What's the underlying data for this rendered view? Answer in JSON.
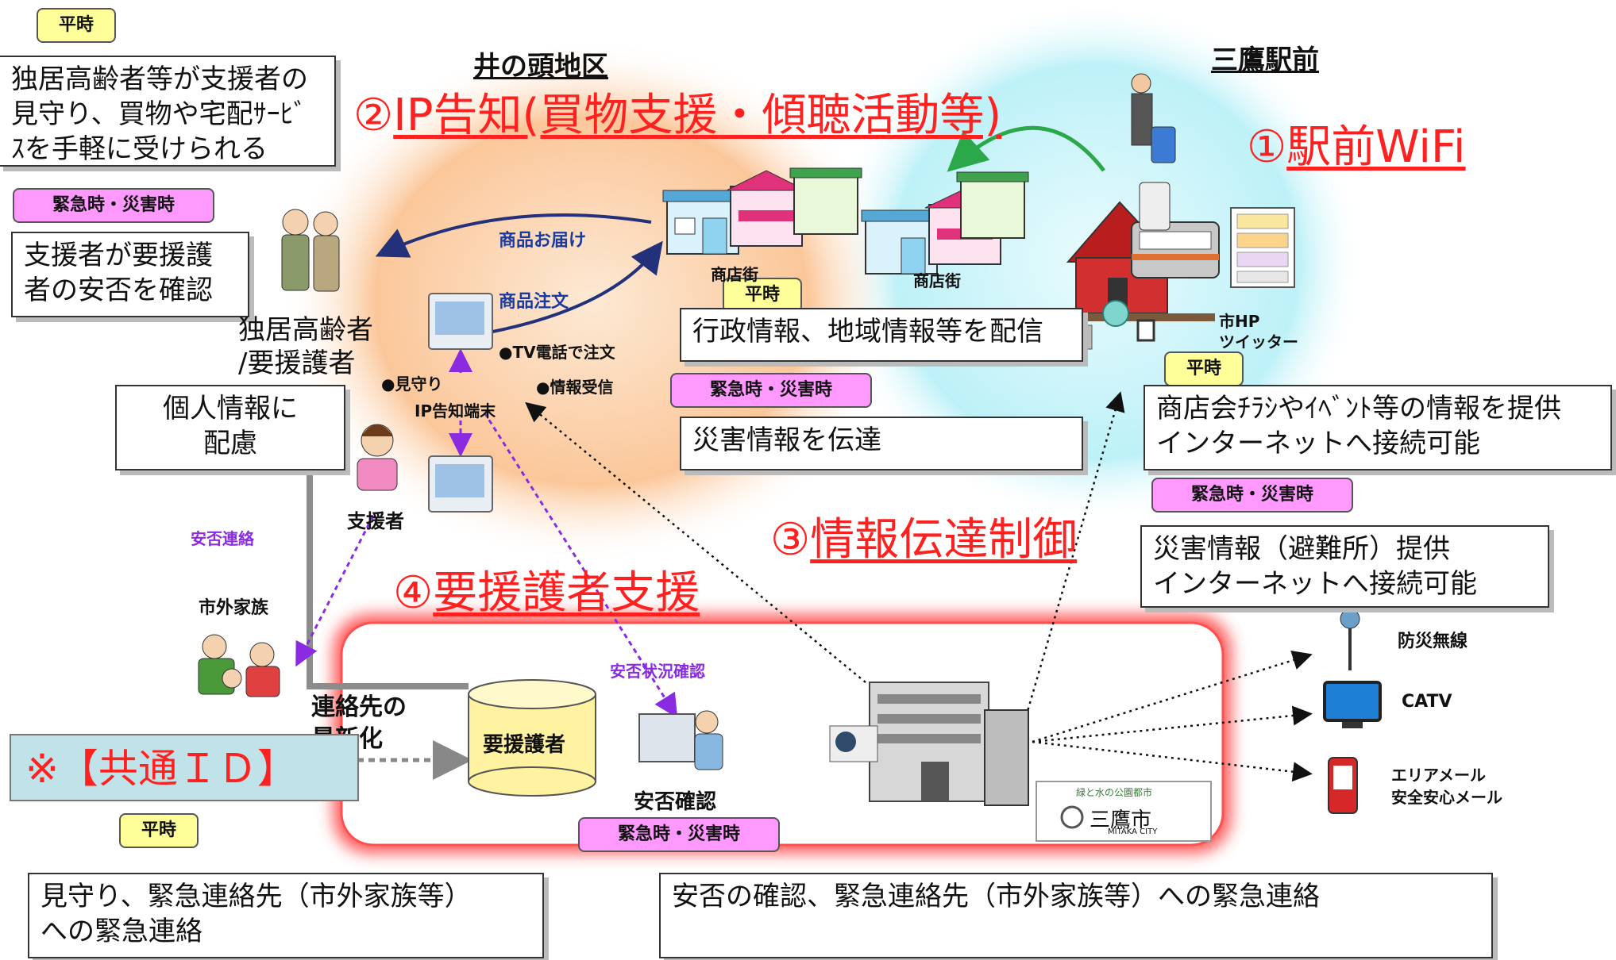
{
  "tags": {
    "heiji": "平時",
    "kinkyu": "緊急時・災害時"
  },
  "areas": {
    "inokashira": "井の頭地区",
    "mitaka_station": "三鷹駅前"
  },
  "headlines": {
    "wifi_num": "①",
    "wifi": "駅前WiFi",
    "ip_num": "②",
    "ip": "IP告知(買物支援・傾聴活動等)",
    "control_num": "③",
    "control": "情報伝達制御",
    "support_num": "④",
    "support": "要援護者支援"
  },
  "notes": {
    "elderly_heiji": "独居高齢者等が支援者の\n見守り、買物や宅配ｻｰﾋﾞ\nｽを手軽に受けられる",
    "elderly_kinkyu": "支援者が要援護\n者の安否を確認",
    "privacy": "個人情報に\n配慮",
    "shop_heiji": "行政情報、地域情報等を配信",
    "shop_kinkyu": "災害情報を伝達",
    "station_heiji": "商店会ﾁﾗｼやｲﾍﾞﾝﾄ等の情報を提供\nインターネットへ接続可能",
    "station_kinkyu": "災害情報（避難所）提供\nインターネットへ接続可能",
    "bottom_left": "見守り、緊急連絡先（市外家族等）\nへの緊急連絡",
    "bottom_right": "安否の確認、緊急連絡先（市外家族等）への緊急連絡"
  },
  "labels": {
    "delivery": "商品お届け",
    "order": "商品注文",
    "shopping_street": "商店街",
    "elderly": "独居高齢者\n/要援護者",
    "mimamori": "●見守り",
    "tv_order": "●TV電話で注文",
    "info_receive": "●情報受信",
    "ip_terminal": "IP告知端末",
    "supporter": "支援者",
    "anpi_contact": "安否連絡",
    "family": "市外家族",
    "contact_update": "連絡先の\n最新化",
    "common_id": "※【共通ＩＤ】",
    "db": "要援護者",
    "anpi_status": "安否状況確認",
    "anpi_confirm": "安否確認",
    "city_hp": "市HP\nツイッター",
    "bousai": "防災無線",
    "catv": "CATV",
    "area_mail": "エリアメール\n安全安心メール",
    "city_slogan": "緑と水の公園都市",
    "city_name": "三鷹市",
    "city_roman": "MITAKA CITY"
  }
}
